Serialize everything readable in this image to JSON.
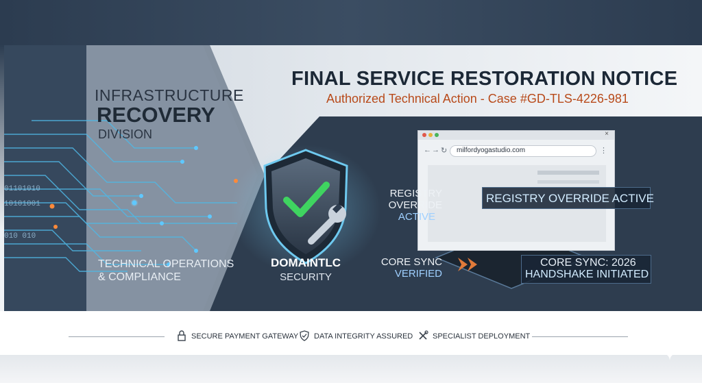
{
  "left_panel": {
    "line1": "INFRASTRUCTURE",
    "line2": "RECOVERY",
    "line3": "DIVISION",
    "footer1": "TECHNICAL OPERATIONS",
    "footer2": "& COMPLIANCE",
    "binary1": "01101010",
    "binary2": "10101001",
    "binary3": "010 010"
  },
  "notice": {
    "title": "FINAL SERVICE RESTORATION NOTICE",
    "subtitle": "Authorized Technical Action - Case #GD-TLS-4226-981"
  },
  "brand": {
    "name": "DOMAINTLC",
    "tagline": "SECURITY"
  },
  "browser": {
    "url": "milfordyogastudio.com",
    "close": "×"
  },
  "labels": {
    "registry_l1": "REGISTRY",
    "registry_l2": "OVERRIDE",
    "registry_l3": "ACTIVE",
    "registry_box": "REGISTRY OVERRIDE ACTIVE",
    "core_l1": "CORE SYNC",
    "core_l2": "VERIFIED",
    "core_box1": "CORE SYNC: 2026",
    "core_box2": "HANDSHAKE INITIATED"
  },
  "features": {
    "f1": "SECURE PAYMENT GATEWAY",
    "f2": "DATA INTEGRITY ASSURED",
    "f3": "SPECIALIST DEPLOYMENT"
  },
  "colors": {
    "accent_orange": "#b84a1a",
    "dark_panel": "#2e3d4f",
    "check_green": "#3fd460",
    "glow_blue": "#5fc8ff"
  }
}
